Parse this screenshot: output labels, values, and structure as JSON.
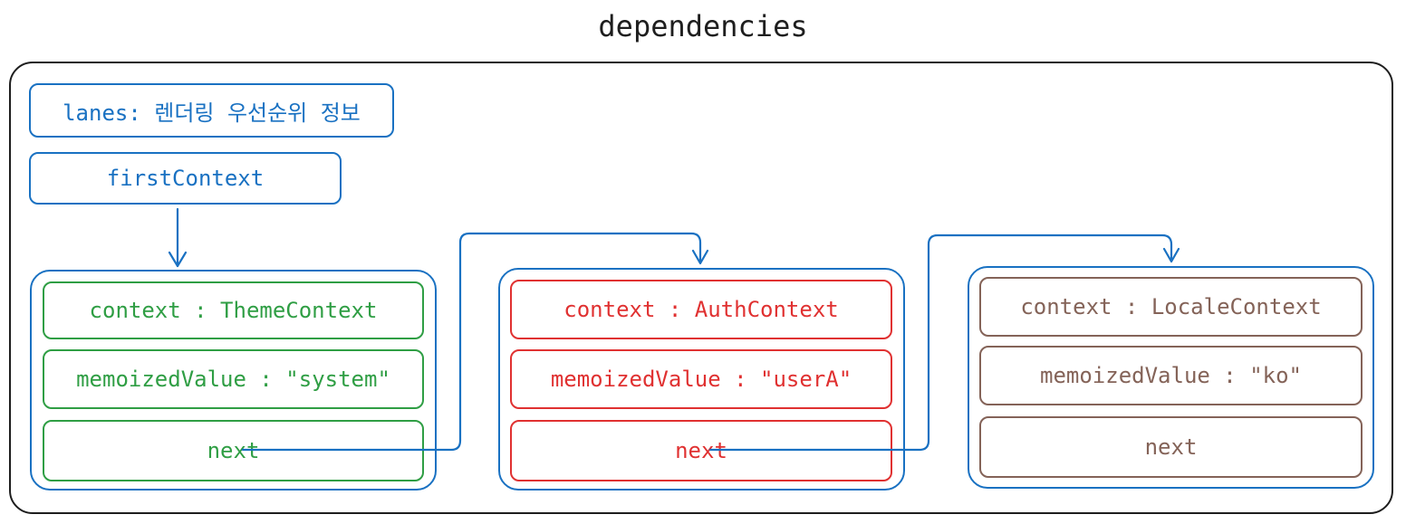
{
  "title": "dependencies",
  "lanes": "lanes: 렌더링 우선순위 정보",
  "first_context": "firstContext",
  "nodes": [
    {
      "context": "context : ThemeContext",
      "memoized": "memoizedValue : \"system\"",
      "next": "next",
      "color": "#2f9e44"
    },
    {
      "context": "context : AuthContext",
      "memoized": "memoizedValue : \"userA\"",
      "next": "next",
      "color": "#e03131"
    },
    {
      "context": "context : LocaleContext",
      "memoized": "memoizedValue : \"ko\"",
      "next": "next",
      "color": "#846358"
    }
  ],
  "colors": {
    "accent": "#1971c2",
    "frame": "#1e1e1e"
  }
}
